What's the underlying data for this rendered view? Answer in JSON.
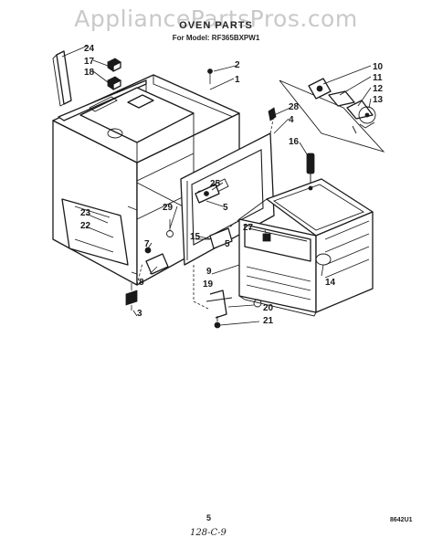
{
  "watermark": "AppliancePartsPros.com",
  "title": "OVEN PARTS",
  "model": "For Model: RF365BXPW1",
  "callouts": {
    "c1": "1",
    "c2": "2",
    "c3": "3",
    "c4": "4",
    "c5": "5",
    "c5b": "5",
    "c7": "7",
    "c8": "8",
    "c9": "9",
    "c10": "10",
    "c11": "11",
    "c12": "12",
    "c13": "13",
    "c14": "14",
    "c15": "15",
    "c16": "16",
    "c17": "17",
    "c18": "18",
    "c19": "19",
    "c20": "20",
    "c21": "21",
    "c22": "22",
    "c23": "23",
    "c24": "24",
    "c25": "25",
    "c27": "27",
    "c28": "28",
    "c29": "29"
  },
  "footer": {
    "page_number": "5",
    "handwritten": "128-C-9",
    "code": "8642U1"
  }
}
